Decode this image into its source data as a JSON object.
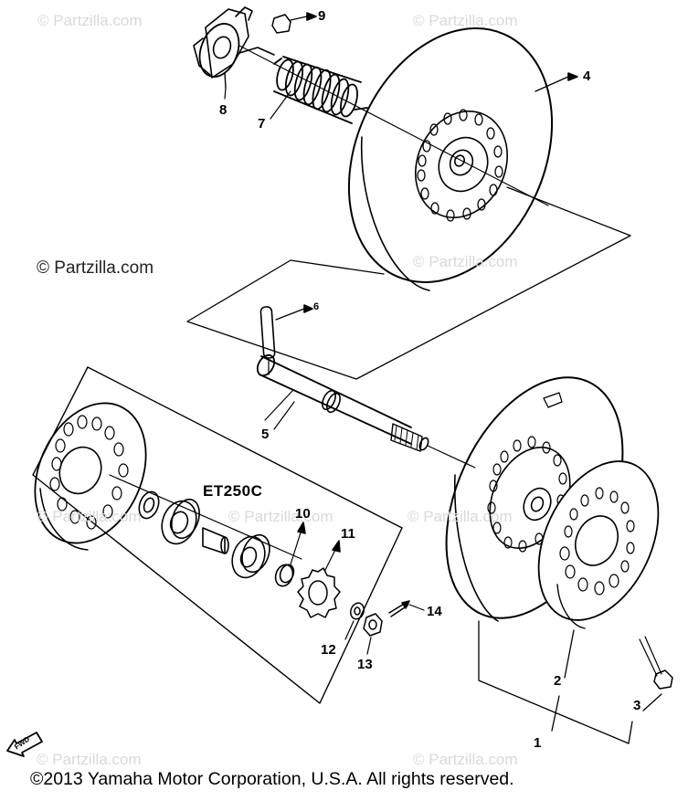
{
  "watermarks": [
    "© Partzilla.com",
    "© Partzilla.com",
    "© Partzilla.com",
    "© Partzilla.com",
    "© Partzilla.com",
    "© Partzilla.com",
    "© Partzilla.com",
    "© Partzilla.com"
  ],
  "main_watermark": "© Partzilla.com",
  "model_label": "ET250C",
  "fwd_label": "FWD",
  "callouts": [
    "1",
    "2",
    "3",
    "4",
    "5",
    "6",
    "7",
    "8",
    "9",
    "10",
    "11",
    "12",
    "13",
    "14"
  ],
  "copyright": "©2013  Yamaha Motor Corporation, U.S.A. All rights reserved."
}
